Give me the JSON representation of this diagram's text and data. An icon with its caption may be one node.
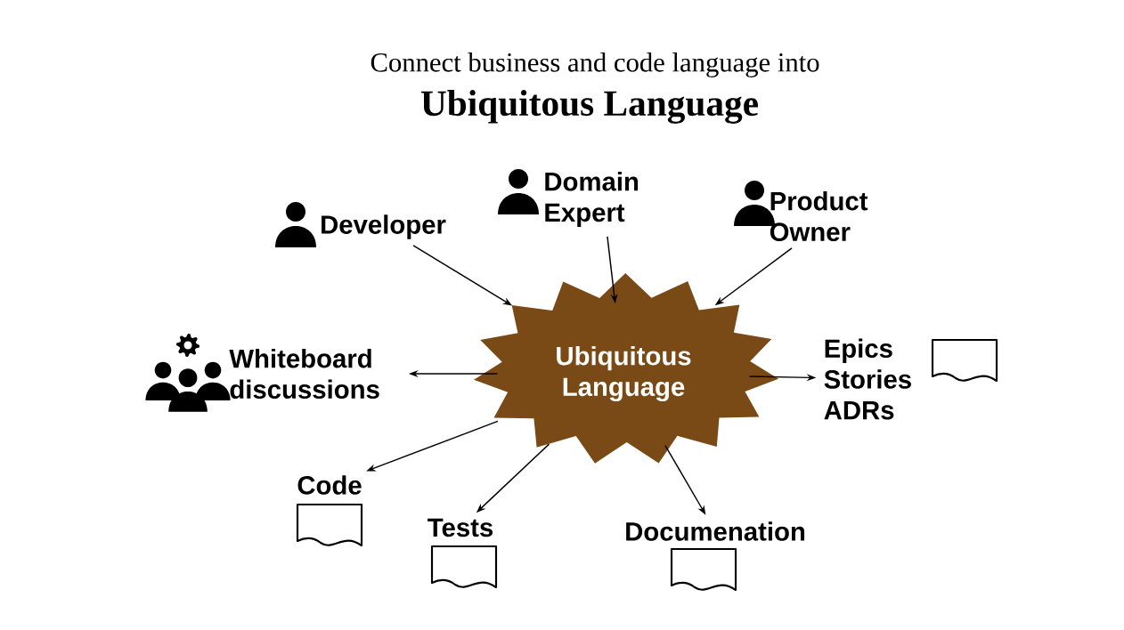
{
  "diagram": {
    "title": "Connect business and code language into",
    "nodes": [
      {
        "text": [
          "Developer"
        ]
      },
      {
        "text": [
          "Domain Expert"
        ]
      },
      {
        "text": [
          "Product Owner"
        ]
      },
      {
        "text": [
          "Ubiquitous Language"
        ]
      },
      {
        "text": [
          "Whiteboard discussions"
        ]
      },
      {
        "text": [
          "Epics Stories ADRs"
        ]
      },
      {
        "text": [
          "Code"
        ]
      },
      {
        "text": [
          "Tests"
        ]
      },
      {
        "text": [
          "Documenation"
        ]
      }
    ],
    "edges": [
      {
        "from": 0,
        "to": 3,
        "arrow": "to"
      },
      {
        "from": 1,
        "to": 3,
        "arrow": "to"
      },
      {
        "from": 2,
        "to": 3,
        "arrow": "to"
      },
      {
        "from": 3,
        "to": 4,
        "arrow": "to"
      },
      {
        "from": 3,
        "to": 5,
        "arrow": "to"
      },
      {
        "from": 3,
        "to": 6,
        "arrow": "to"
      },
      {
        "from": 3,
        "to": 7,
        "arrow": "to"
      },
      {
        "from": 3,
        "to": 8,
        "arrow": "to"
      }
    ],
    "labels": [
      "Ubiquitous Language"
    ]
  }
}
